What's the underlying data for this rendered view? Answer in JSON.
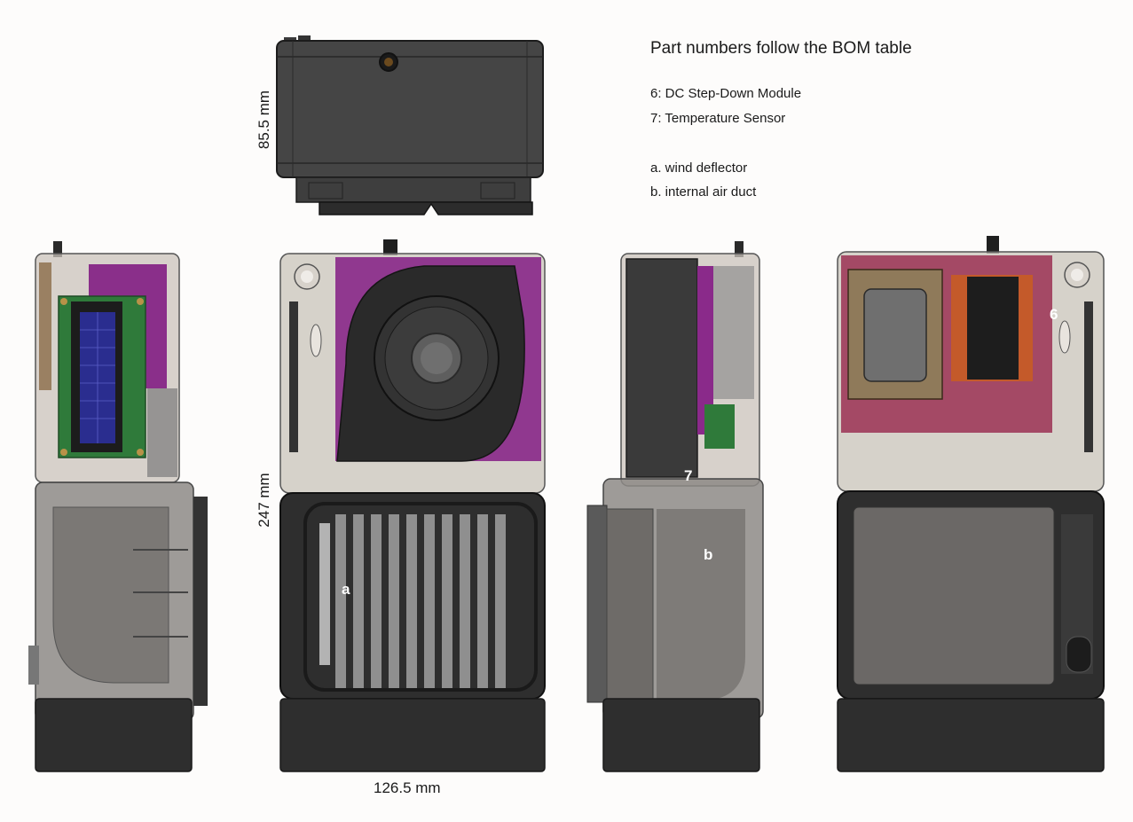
{
  "header": {
    "title": "Part numbers follow the BOM table"
  },
  "legend": {
    "parts": [
      "6: DC Step-Down Module",
      "7: Temperature Sensor"
    ],
    "features": [
      "a.  wind deflector",
      "b.  internal air duct"
    ]
  },
  "dimensions": {
    "depth": "85.5 mm",
    "height": "247 mm",
    "width": "126.5 mm"
  },
  "callouts": {
    "six": "6",
    "seven": "7",
    "a": "a",
    "b": "b"
  },
  "colors": {
    "housing_dark": "#2e2e2e",
    "housing_translucent": "#b7b1aa",
    "purple_panel": "#8a2a8a",
    "pcb_green": "#2f7a3a",
    "lcd_blue": "#2a2d8f",
    "magenta_board": "#9e3a5a",
    "orange_module": "#c45a2a"
  }
}
